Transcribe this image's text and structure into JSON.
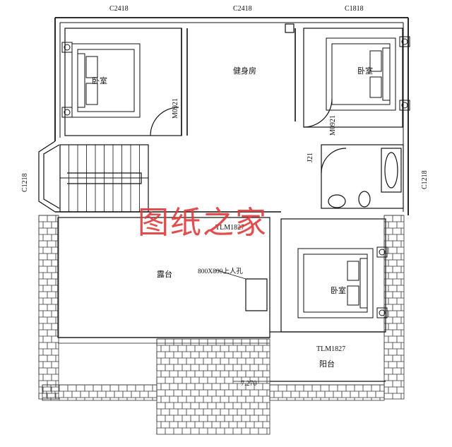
{
  "rooms": {
    "bedroom_nw": "卧室",
    "bedroom_ne": "卧室",
    "bedroom_se": "卧室",
    "gym": "健身房",
    "terrace": "露台",
    "balcony": "阳台"
  },
  "windows": {
    "top_left": "C2418",
    "top_middle": "C2418",
    "top_right": "C1818",
    "left_side": "C1218",
    "right_side": "C1218"
  },
  "doors": {
    "gym_left": "M0921",
    "gym_right": "M0921",
    "bath": "J21",
    "sliding_upper": "TLM1827",
    "sliding_lower": "TLM1827"
  },
  "annotations": {
    "hatch": "800X800上人孔",
    "elevation": "7.270",
    "watermark": "图纸之家"
  },
  "colors": {
    "line": "#111111",
    "watermark": "#e03a3a"
  }
}
